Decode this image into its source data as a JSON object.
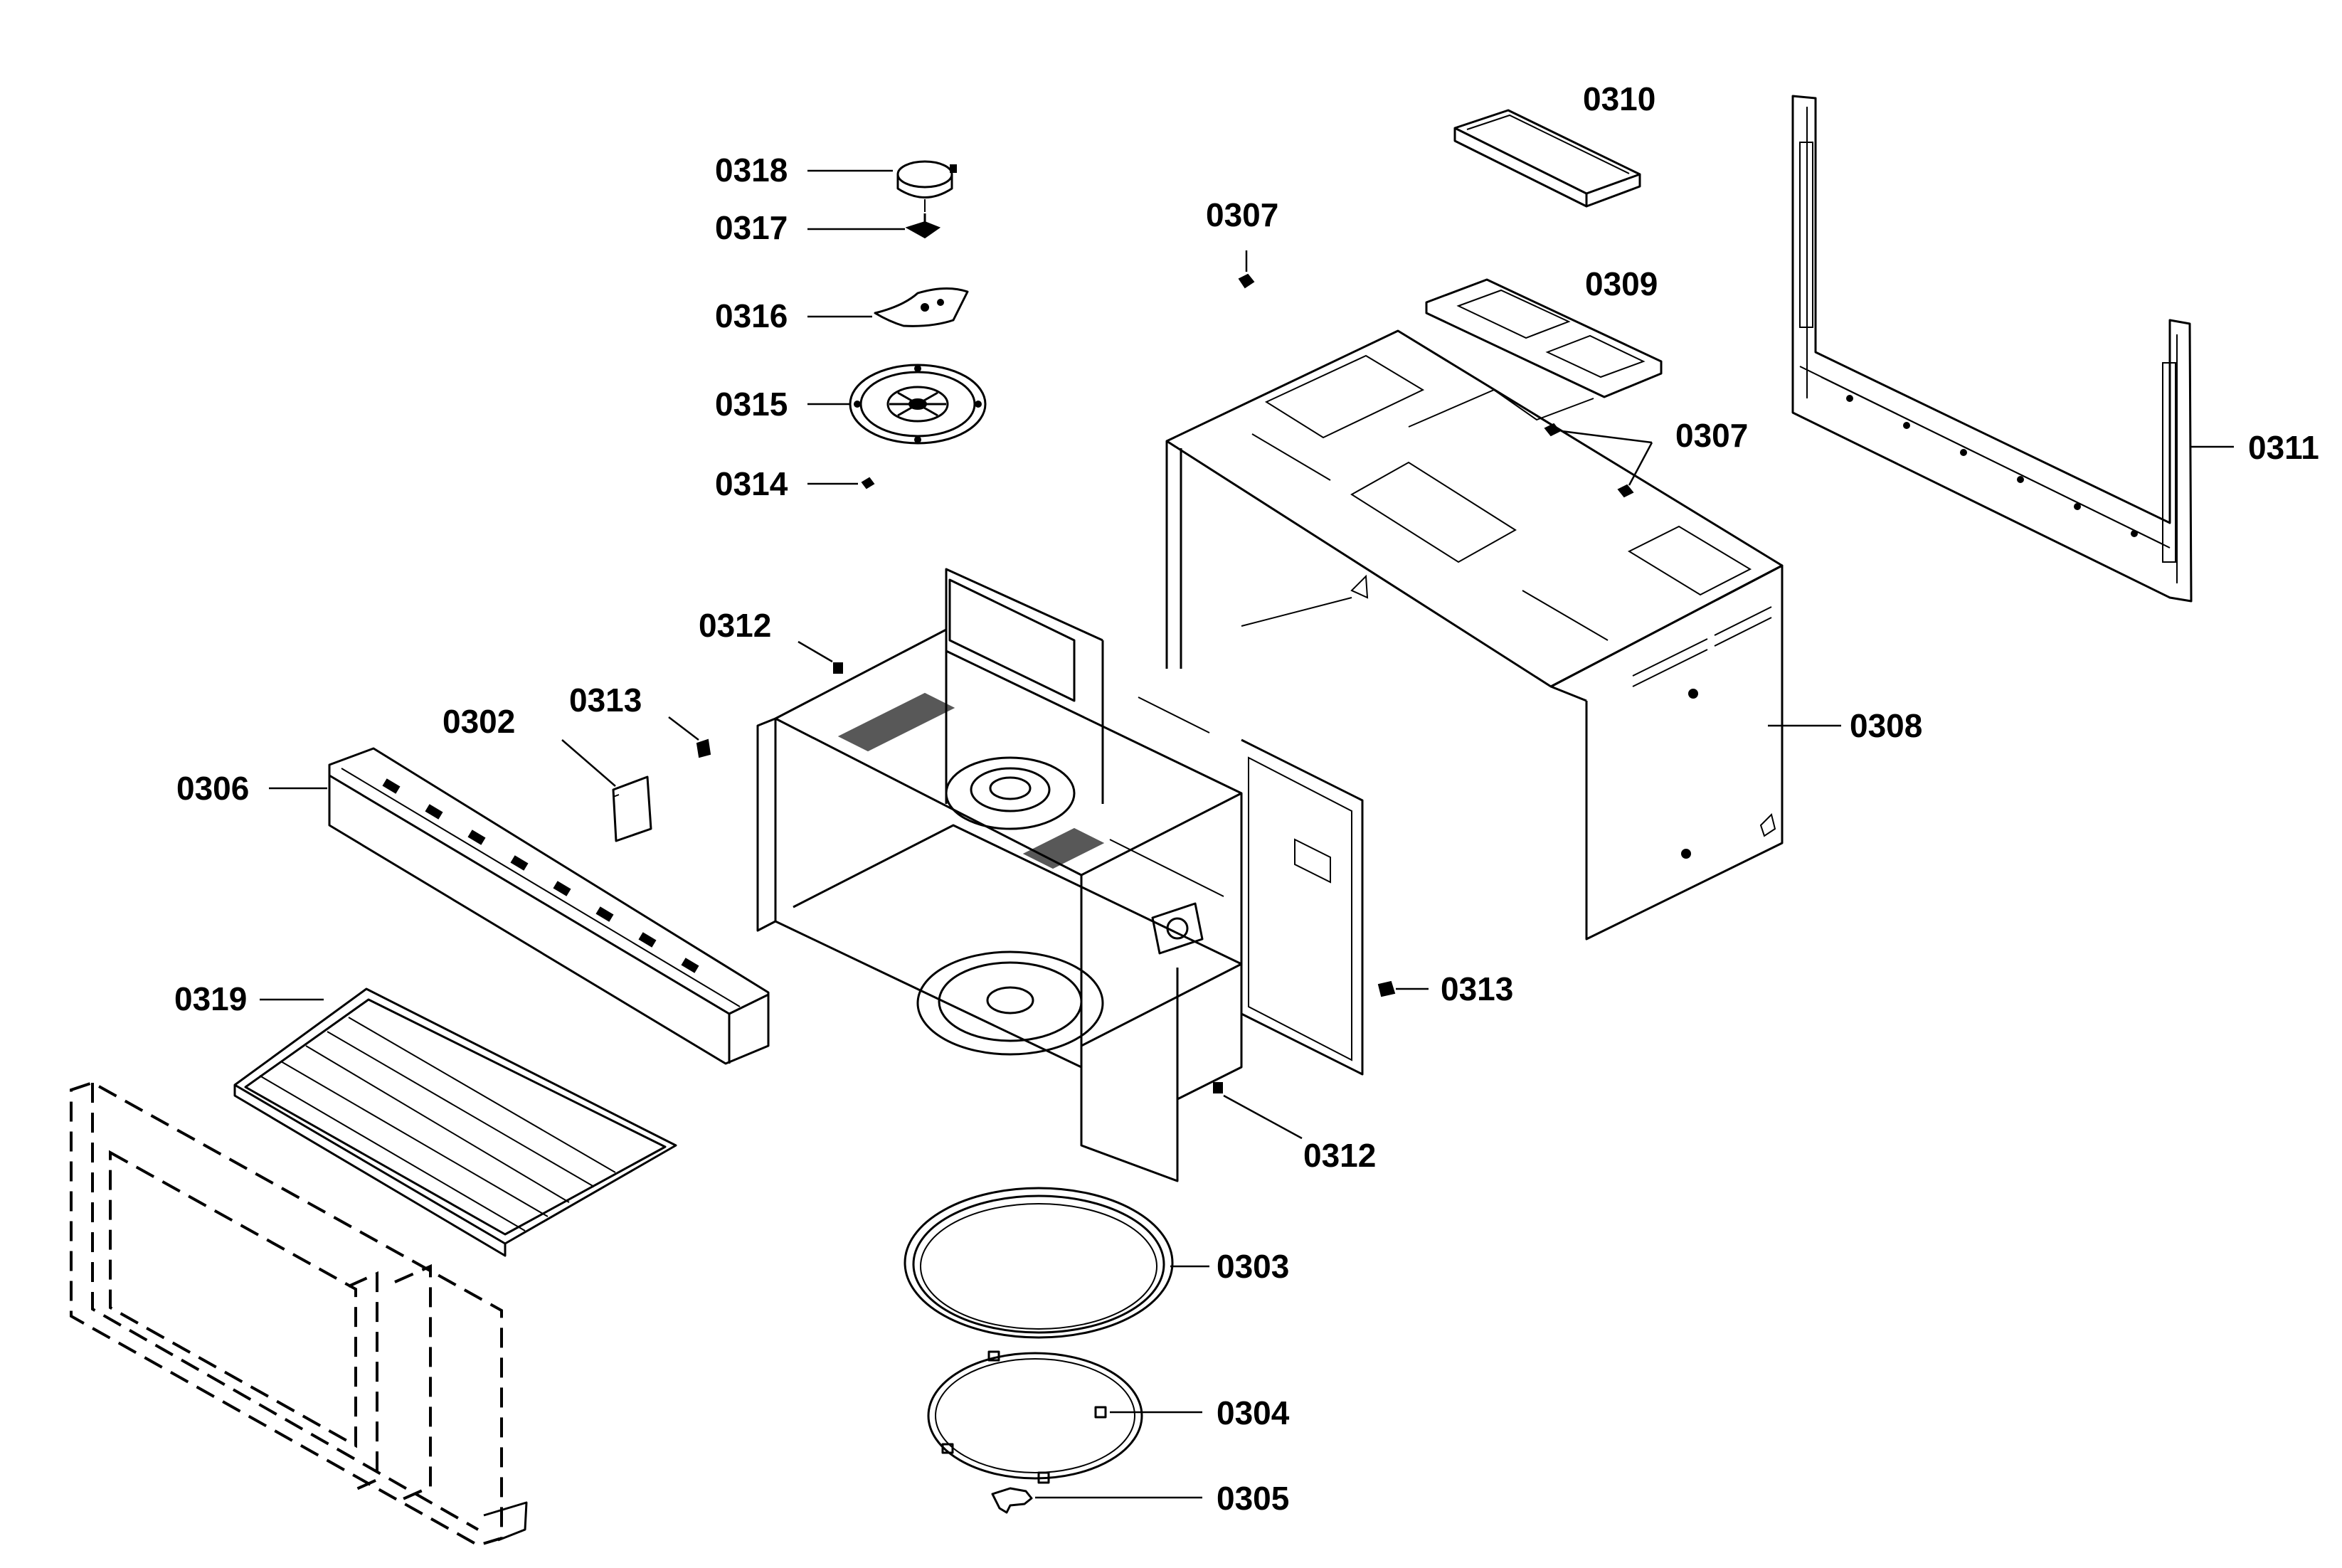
{
  "parts": [
    {
      "id": "0302"
    },
    {
      "id": "0303"
    },
    {
      "id": "0304"
    },
    {
      "id": "0305"
    },
    {
      "id": "0306"
    },
    {
      "id": "0307"
    },
    {
      "id": "0307"
    },
    {
      "id": "0308"
    },
    {
      "id": "0309"
    },
    {
      "id": "0310"
    },
    {
      "id": "0311"
    },
    {
      "id": "0312"
    },
    {
      "id": "0312"
    },
    {
      "id": "0313"
    },
    {
      "id": "0313"
    },
    {
      "id": "0314"
    },
    {
      "id": "0315"
    },
    {
      "id": "0316"
    },
    {
      "id": "0317"
    },
    {
      "id": "0318"
    },
    {
      "id": "0319"
    }
  ]
}
